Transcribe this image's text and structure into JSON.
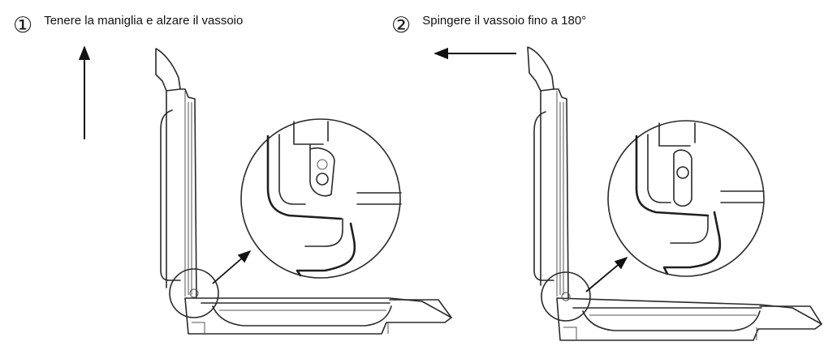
{
  "steps": [
    {
      "number": "①",
      "text": "Tenere la maniglia e alzare il vassoio"
    },
    {
      "number": "②",
      "text": "Spingere il vassoio fino a 180°"
    }
  ],
  "icons": {
    "step1_arrow": "arrow-up-icon",
    "step2_arrow": "arrow-left-icon",
    "callout_arrow": "arrow-up-right-icon"
  }
}
